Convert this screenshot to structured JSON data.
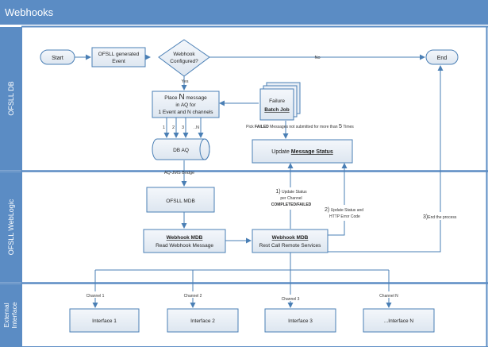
{
  "header": {
    "title": "Webhooks"
  },
  "lanes": [
    {
      "label": "OFSLL DB"
    },
    {
      "label": "OFSLL WebLogic"
    },
    {
      "label": "External Interface",
      "lines": [
        "External",
        "Interface"
      ]
    }
  ],
  "nodes": {
    "start": "Start",
    "event": [
      "OFSLL generated",
      "Event"
    ],
    "decision": [
      "Webhook",
      "Configured?"
    ],
    "end": "End",
    "place": {
      "line1_pre": "Place ",
      "line1_n": "N",
      "line1_post": " message",
      "line2": "in AQ for",
      "line3": "1 Event and N channels"
    },
    "batch": [
      "Failure",
      "Batch Job"
    ],
    "db_aq": "DB AQ",
    "update_status": {
      "prefix": "Update ",
      "underlined": "Message Status"
    },
    "mdb": "OFSLL MDB",
    "webhook_mdb": {
      "title": "Webhook MDB",
      "subtitle": "Read Webhook Message"
    },
    "rest_mdb": {
      "title": "Webhook MDB",
      "subtitle": "Rest Call Remote Services"
    },
    "interfaces": [
      "Interface 1",
      "Interface 2",
      "Interface 3",
      "...Interface N"
    ]
  },
  "labels": {
    "no": "No",
    "yes": "Yes",
    "channels": [
      "1",
      "2",
      "3",
      "..N"
    ],
    "pick": {
      "pre": "Pick ",
      "bold": "FAILED",
      "mid": " Messages not submitted for more than ",
      "big": "5",
      "post": " Times"
    },
    "bridge": "AQ-JMS Bridge",
    "step1": {
      "num": "1)",
      "lines": [
        "Update Status",
        "per Channel"
      ],
      "bold": "COMPLETED/FAILED"
    },
    "step2": {
      "num": "2)",
      "lines": [
        "Update Status and",
        "HTTP Error Code"
      ]
    },
    "step3": {
      "num": "3)",
      "text": "End the process"
    },
    "channel_labels": [
      "Channel 1",
      "Channel 2",
      "Channel 3",
      "Channel N"
    ]
  }
}
